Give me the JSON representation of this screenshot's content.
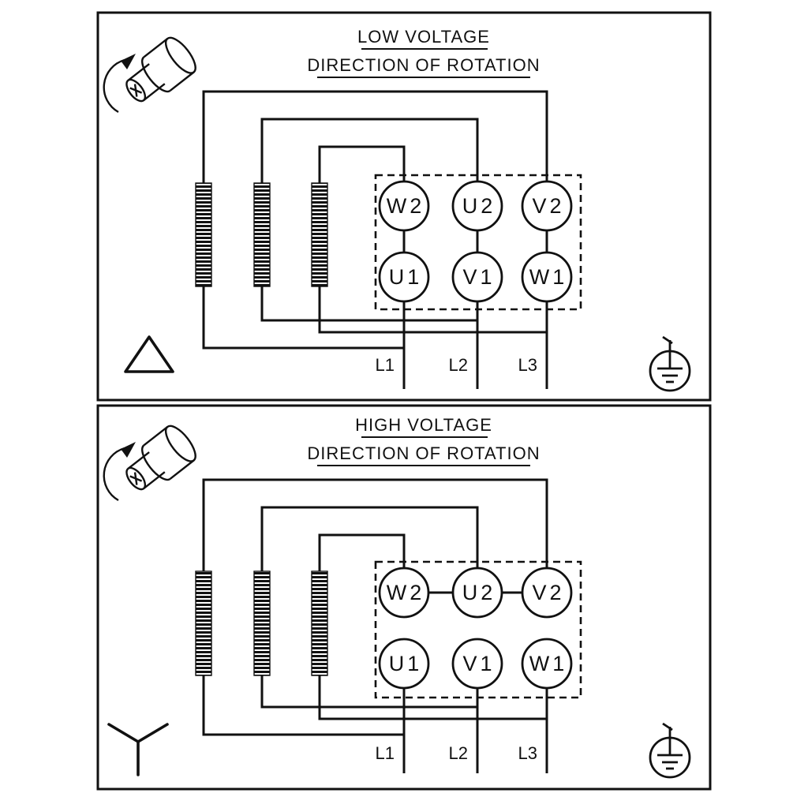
{
  "colors": {
    "line": "#111111",
    "background": "#ffffff"
  },
  "panels": [
    {
      "title": "LOW VOLTAGE",
      "subtitle": "DIRECTION OF ROTATION",
      "connection_symbol": "delta",
      "terminals_top": [
        "W2",
        "U2",
        "V2"
      ],
      "terminals_bottom": [
        "U1",
        "V1",
        "W1"
      ],
      "supply_lines": [
        "L1",
        "L2",
        "L3"
      ],
      "icons": [
        "rotation-direction-icon",
        "delta-symbol",
        "earth-ground-icon"
      ]
    },
    {
      "title": "HIGH VOLTAGE",
      "subtitle": "DIRECTION OF ROTATION",
      "connection_symbol": "star",
      "terminals_top": [
        "W2",
        "U2",
        "V2"
      ],
      "terminals_bottom": [
        "U1",
        "V1",
        "W1"
      ],
      "supply_lines": [
        "L1",
        "L2",
        "L3"
      ],
      "icons": [
        "rotation-direction-icon",
        "star-symbol",
        "earth-ground-icon"
      ]
    }
  ]
}
